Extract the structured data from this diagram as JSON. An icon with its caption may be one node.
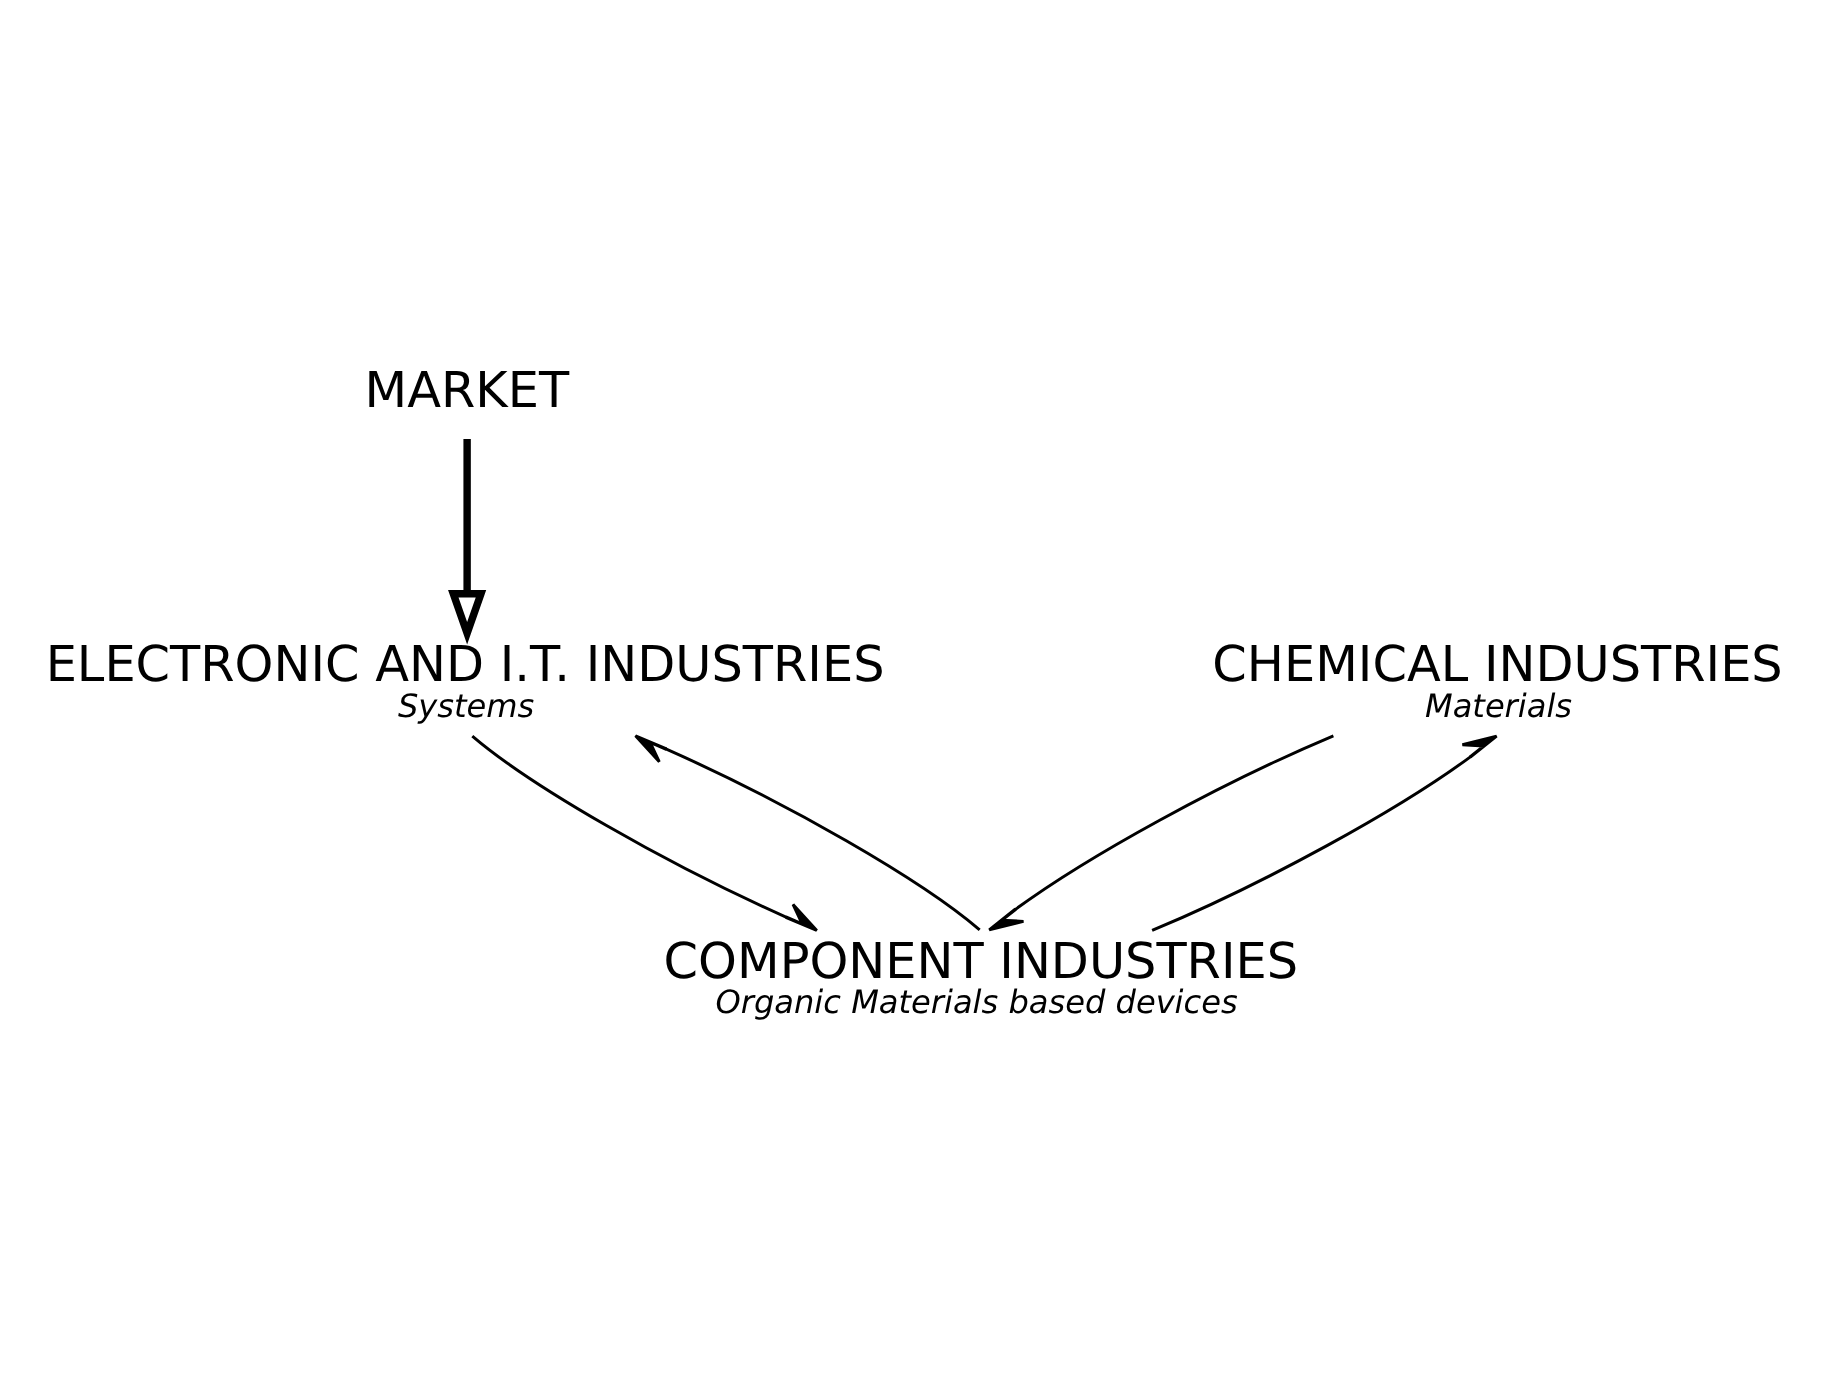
{
  "diagram": {
    "nodes": [
      {
        "text": [
          "MARKET"
        ]
      },
      {
        "text": [
          "CHEMICAL INDUSTRIES",
          "Materials"
        ]
      },
      {
        "text": [
          "ELECTRONIC AND I.T. INDUSTRIES",
          "Systems"
        ]
      },
      {
        "text": [
          "COMPONENT INDUSTRIES",
          "Organic Materials based devices"
        ]
      }
    ],
    "edges": [
      {
        "from": 0,
        "to": 2,
        "arrow": "to",
        "style": "thick"
      },
      {
        "from": 3,
        "to": 1,
        "arrow": "to"
      },
      {
        "from": 1,
        "to": 3,
        "arrow": "to"
      },
      {
        "from": 3,
        "to": 2,
        "arrow": "to"
      },
      {
        "from": 2,
        "to": 3,
        "arrow": "to"
      }
    ]
  }
}
